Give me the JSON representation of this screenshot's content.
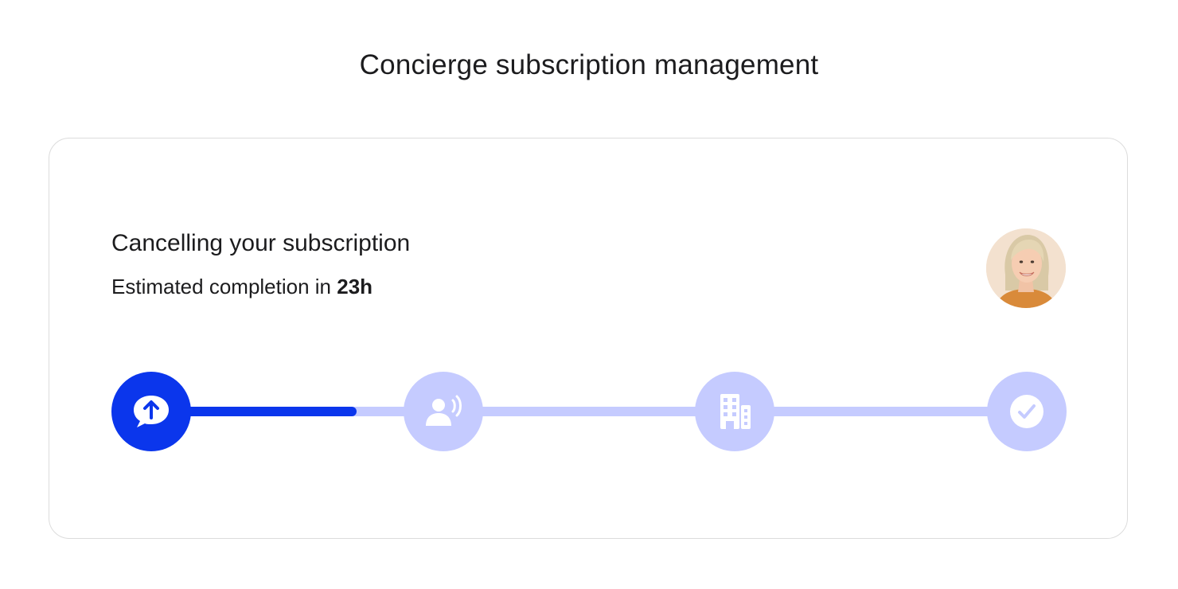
{
  "page": {
    "title": "Concierge subscription management"
  },
  "card": {
    "heading": "Cancelling your subscription",
    "estimate_prefix": "Estimated completion in ",
    "estimate_value": "23h"
  },
  "agent": {
    "avatar_icon": "agent-avatar-photo"
  },
  "progress": {
    "current_step": 1,
    "total_steps": 4,
    "fill_fraction": 0.24,
    "steps": [
      {
        "icon": "chat-upload-icon",
        "state": "active"
      },
      {
        "icon": "person-calling-icon",
        "state": "pending"
      },
      {
        "icon": "building-icon",
        "state": "pending"
      },
      {
        "icon": "checkmark-icon",
        "state": "pending"
      }
    ]
  },
  "colors": {
    "accent": "#0b36ec",
    "inactive": "#c5cbff",
    "text": "#1c1c1e",
    "border": "#dcdcdc"
  }
}
